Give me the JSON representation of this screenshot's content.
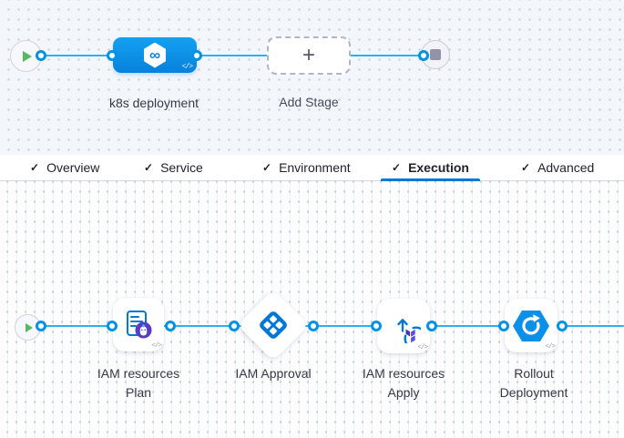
{
  "icons": {
    "check": "✓",
    "plus": "+",
    "code": "</>",
    "infinity": "∞"
  },
  "stage_pipeline": {
    "start_node": "pipeline-start",
    "stage": {
      "label": "k8s deployment",
      "icon": "harness-cd-hexagon-infinity-icon"
    },
    "add_stage": {
      "label": "Add Stage"
    },
    "end_node": "pipeline-end"
  },
  "tabs": [
    {
      "label": "Overview",
      "checked": true,
      "active": false
    },
    {
      "label": "Service",
      "checked": true,
      "active": false
    },
    {
      "label": "Environment",
      "checked": true,
      "active": false
    },
    {
      "label": "Execution",
      "checked": true,
      "active": true
    },
    {
      "label": "Advanced",
      "checked": true,
      "active": false
    }
  ],
  "execution_steps": [
    {
      "name": "IAM resources Plan",
      "label_line1": "IAM resources",
      "label_line2": "Plan",
      "icon": "terraform-plan-document-icon",
      "shape": "card"
    },
    {
      "name": "IAM Approval",
      "label_line1": "IAM Approval",
      "label_line2": "",
      "icon": "harness-approval-diamond-icon",
      "shape": "diamond"
    },
    {
      "name": "IAM resources Apply",
      "label_line1": "IAM resources",
      "label_line2": "Apply",
      "icon": "terraform-apply-arrow-icon",
      "shape": "card"
    },
    {
      "name": "Rollout Deployment",
      "label_line1": "Rollout",
      "label_line2": "Deployment",
      "icon": "k8s-rollout-hexagon-icon",
      "shape": "card"
    }
  ],
  "colors": {
    "accent": "#0278d5",
    "connector_line": "#2bb1f0",
    "port_ring": "#0092e4",
    "stage_gradient_top": "#14a1f2",
    "stage_gradient_bottom": "#0881dc",
    "play_green": "#55b85e",
    "stop_gray": "#9193a9",
    "terraform_purple": "#5c4ee5",
    "plan_mascot_purple": "#5b3bc4",
    "canvas_top_bg": "#f3f7fb",
    "canvas_bottom_bg": "#fdfdfe",
    "label_text": "#383946"
  }
}
